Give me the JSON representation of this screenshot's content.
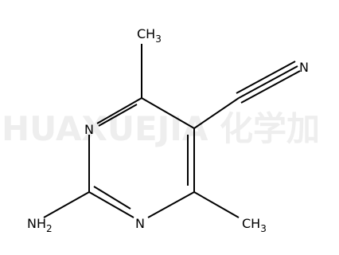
{
  "watermark": {
    "text": "HUAXUEJIA 化学加"
  },
  "molecule": {
    "atoms": {
      "n_ring_top": "N",
      "n_ring_bottom": "N",
      "n_nitrile": "N",
      "ch3_top": {
        "main": "CH",
        "sub": "3"
      },
      "ch3_bottom": {
        "main": "CH",
        "sub": "3"
      },
      "nh2": {
        "main": "NH",
        "sub": "2"
      }
    }
  }
}
